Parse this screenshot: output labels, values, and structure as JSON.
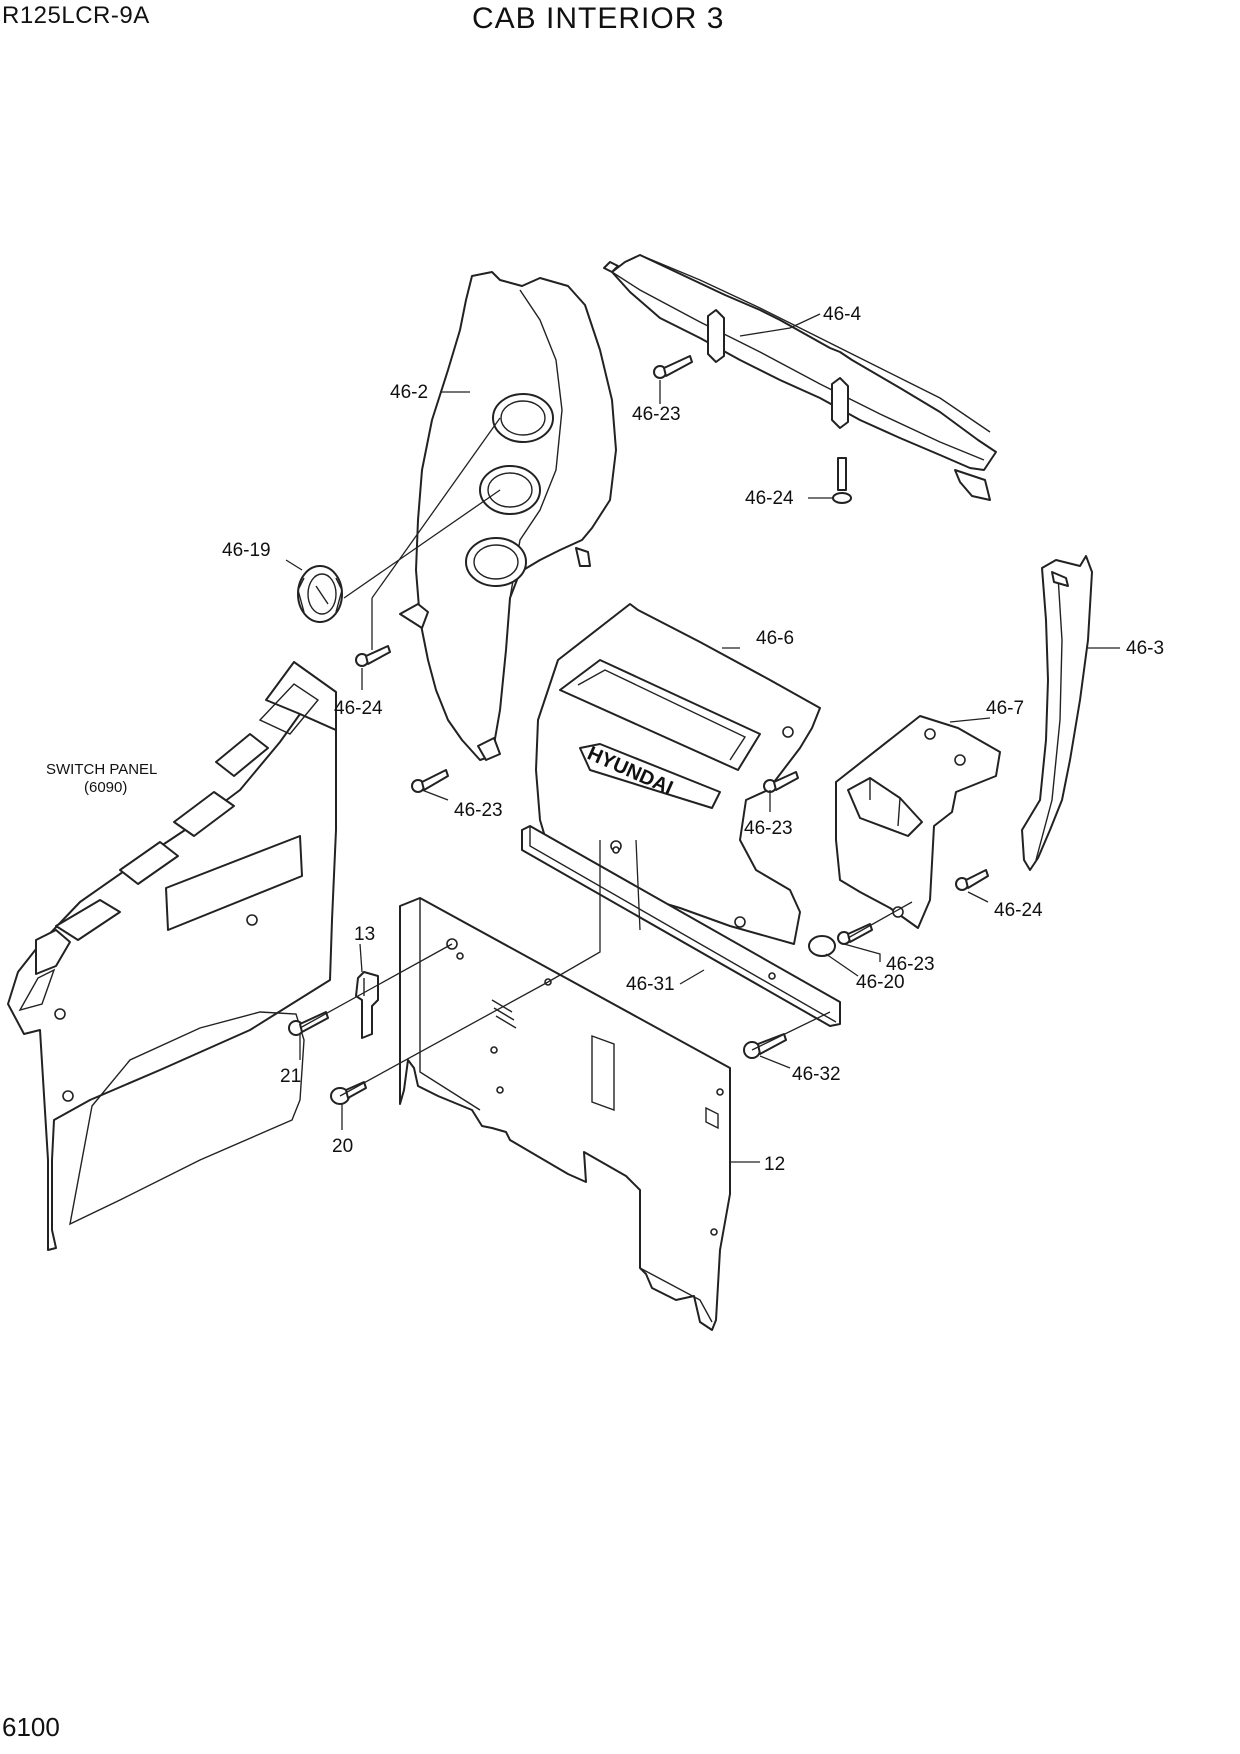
{
  "header": {
    "model": "R125LCR-9A",
    "title": "CAB INTERIOR 3"
  },
  "footer": {
    "page_number": "6100"
  },
  "labels": {
    "p46_2": "46-2",
    "p46_4": "46-4",
    "p46_23_a": "46-23",
    "p46_24_a": "46-24",
    "p46_19": "46-19",
    "p46_24_b": "46-24",
    "p46_6": "46-6",
    "p46_3": "46-3",
    "p46_7": "46-7",
    "switch_panel": "SWITCH PANEL",
    "switch_panel_ref": "(6090)",
    "p46_23_b": "46-23",
    "p46_23_c": "46-23",
    "p46_24_c": "46-24",
    "p13": "13",
    "p46_23_d": "46-23",
    "p46_20": "46-20",
    "p46_31": "46-31",
    "p21": "21",
    "p46_32": "46-32",
    "p20": "20",
    "p12": "12",
    "brand_text": "HYUNDAI"
  }
}
